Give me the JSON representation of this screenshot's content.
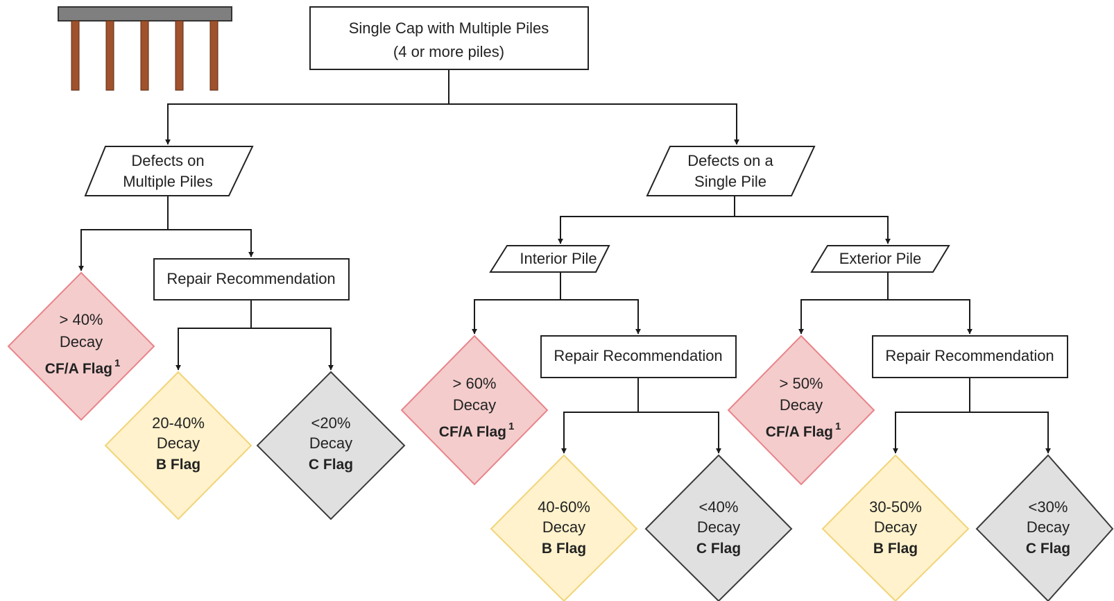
{
  "nodes": {
    "root": {
      "line1": "Single Cap with Multiple Piles",
      "line2": "(4 or more piles)"
    },
    "multi": {
      "line1": "Defects on",
      "line2": "Multiple Piles"
    },
    "single": {
      "line1": "Defects on a",
      "line2": "Single Pile"
    },
    "interior": {
      "label": "Interior Pile"
    },
    "exterior": {
      "label": "Exterior Pile"
    },
    "repair_multi": {
      "label": "Repair Recommendation"
    },
    "repair_interior": {
      "label": "Repair Recommendation"
    },
    "repair_exterior": {
      "label": "Repair Recommendation"
    },
    "multi_cfa": {
      "range": "> 40%",
      "word": "Decay",
      "flag": "CF/A Flag",
      "note": "1"
    },
    "multi_b": {
      "range": "20-40%",
      "word": "Decay",
      "flag": "B Flag"
    },
    "multi_c": {
      "range": "<20%",
      "word": "Decay",
      "flag": "C Flag"
    },
    "interior_cfa": {
      "range": "> 60%",
      "word": "Decay",
      "flag": "CF/A Flag",
      "note": "1"
    },
    "interior_b": {
      "range": "40-60%",
      "word": "Decay",
      "flag": "B Flag"
    },
    "interior_c": {
      "range": "<40%",
      "word": "Decay",
      "flag": "C Flag"
    },
    "exterior_cfa": {
      "range": "> 50%",
      "word": "Decay",
      "flag": "CF/A Flag",
      "note": "1"
    },
    "exterior_b": {
      "range": "30-50%",
      "word": "Decay",
      "flag": "B Flag"
    },
    "exterior_c": {
      "range": "<30%",
      "word": "Decay",
      "flag": "C Flag"
    }
  },
  "colors": {
    "cap": "#7f7f7f",
    "pile": "#a0522d",
    "cfa_fill": "#f4cccc",
    "b_fill": "#fff2cc",
    "c_fill": "#e0e0e0"
  }
}
